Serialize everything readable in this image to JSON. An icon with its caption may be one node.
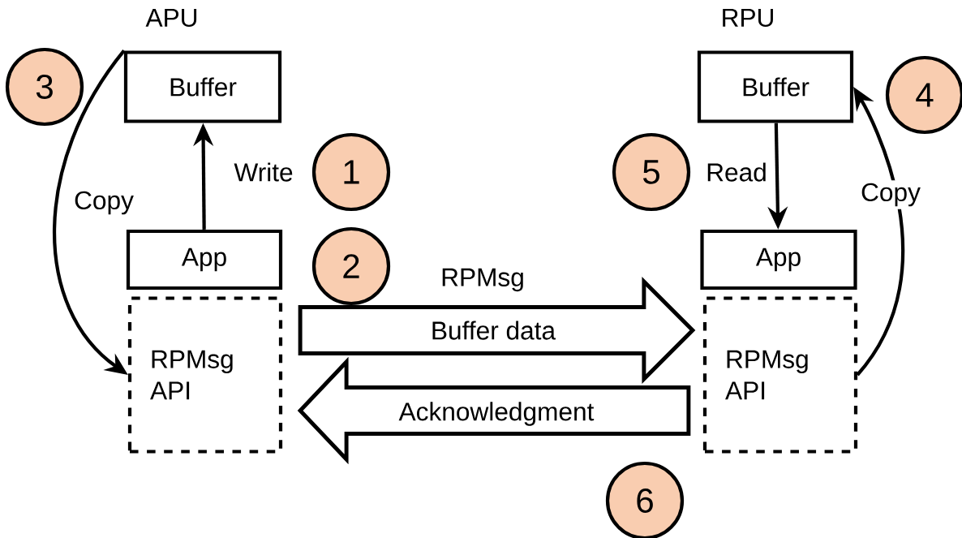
{
  "diagram": {
    "nodes": [
      {
        "text": [
          "Buffer"
        ]
      },
      {
        "text": [
          "App"
        ]
      },
      {
        "text": [
          "RPMsg API"
        ]
      },
      {
        "text": [
          "Buffer"
        ]
      },
      {
        "text": [
          "App"
        ]
      },
      {
        "text": [
          "RPMsg API"
        ]
      },
      {
        "text": [
          "1"
        ]
      },
      {
        "text": [
          "2"
        ]
      },
      {
        "text": [
          "3"
        ]
      },
      {
        "text": [
          "4"
        ]
      },
      {
        "text": [
          "5"
        ]
      },
      {
        "text": [
          "6"
        ]
      }
    ],
    "edges": [
      {
        "from": 1,
        "to": 0,
        "arrow": "to",
        "label": "Write"
      },
      {
        "from": 0,
        "to": 2,
        "arrow": "to",
        "label": "Copy"
      },
      {
        "from": 3,
        "to": 4,
        "arrow": "to",
        "label": "Read"
      },
      {
        "from": 5,
        "to": 3,
        "arrow": "to",
        "label": "Copy"
      },
      {
        "from": 2,
        "to": 5,
        "arrow": "to",
        "label": "Buffer data",
        "style": "thick"
      },
      {
        "from": 5,
        "to": 2,
        "arrow": "to",
        "label": "Acknowledgment",
        "style": "thick"
      }
    ],
    "labels": [
      "APU",
      "RPU",
      "RPMsg"
    ]
  }
}
